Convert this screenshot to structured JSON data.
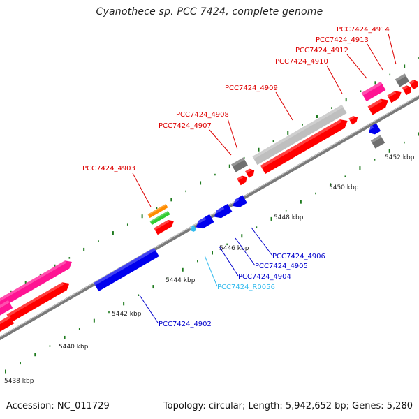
{
  "title": "Cyanothece sp. PCC 7424, complete genome",
  "footer": {
    "accession": "Accession: NC_011729",
    "info": "Topology: circular; Length: 5,942,652 bp; Genes: 5,280"
  },
  "colors": {
    "backbone": "#7a7a7a",
    "tick": "#1e7a1e",
    "cds": "#ff0000",
    "rna": "#ff1493",
    "pseudo": "#bfbfbf",
    "other": "#707070",
    "reverse": "#0000ee",
    "trna": "#33bbee",
    "orange": "#ff8c00",
    "green": "#33cc33",
    "label_top": "#dd0000",
    "label_bottom": "#0000cc",
    "label_trna": "#33bbee"
  },
  "kbp_labels": [
    "5438 kbp",
    "5440 kbp",
    "5442 kbp",
    "5444 kbp",
    "5446 kbp",
    "5448 kbp",
    "5450 kbp",
    "5452 kbp"
  ],
  "top_labels": [
    "PCC7424_4903",
    "PCC7424_4907",
    "PCC7424_4908",
    "PCC7424_4909",
    "PCC7424_4910",
    "PCC7424_4912",
    "PCC7424_4913",
    "PCC7424_4914"
  ],
  "bottom_labels": [
    "PCC7424_4902",
    "PCC7424_R0056",
    "PCC7424_4904",
    "PCC7424_4905",
    "PCC7424_4906"
  ]
}
